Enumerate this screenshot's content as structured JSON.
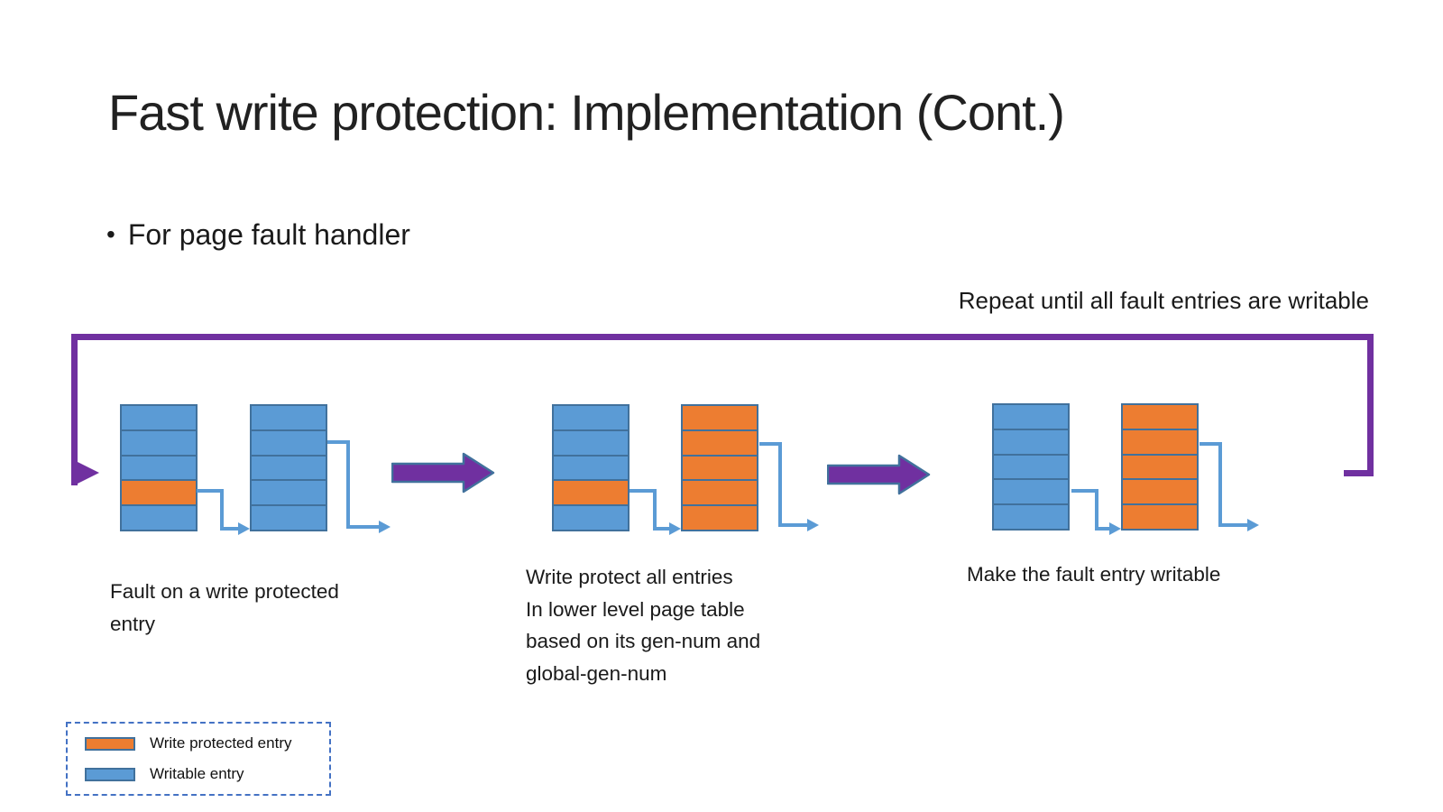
{
  "slide": {
    "title": "Fast write protection: Implementation (Cont.)",
    "bullet_glyph": "•",
    "bullet": "For page fault handler",
    "loop_label": "Repeat until all fault entries are writable"
  },
  "colors": {
    "writable_fill": "#5B9BD5",
    "write_protected_fill": "#ED7D31",
    "cell_border": "#41719C",
    "purple": "#7030A0",
    "connector": "#5B9BD5",
    "legend_border": "#4472C4",
    "text": "#1f1f1f"
  },
  "diagram": {
    "steps": [
      {
        "caption_lines": [
          "Fault on a write protected",
          "entry"
        ],
        "tables": [
          {
            "rows": [
              "writable",
              "writable",
              "writable",
              "write_protected",
              "writable"
            ]
          },
          {
            "rows": [
              "writable",
              "writable",
              "writable",
              "writable",
              "writable"
            ]
          }
        ]
      },
      {
        "caption_lines": [
          "Write protect all entries",
          "In lower level page table",
          " based on its gen-num and",
          "global-gen-num"
        ],
        "tables": [
          {
            "rows": [
              "writable",
              "writable",
              "writable",
              "write_protected",
              "writable"
            ]
          },
          {
            "rows": [
              "write_protected",
              "write_protected",
              "write_protected",
              "write_protected",
              "write_protected"
            ]
          }
        ]
      },
      {
        "caption_lines": [
          "Make the fault entry writable"
        ],
        "tables": [
          {
            "rows": [
              "writable",
              "writable",
              "writable",
              "writable",
              "writable"
            ]
          },
          {
            "rows": [
              "write_protected",
              "write_protected",
              "write_protected",
              "write_protected",
              "write_protected"
            ]
          }
        ]
      }
    ]
  },
  "legend": {
    "items": [
      {
        "swatch": "write_protected",
        "label": "Write protected entry"
      },
      {
        "swatch": "writable",
        "label": "Writable entry"
      }
    ]
  }
}
